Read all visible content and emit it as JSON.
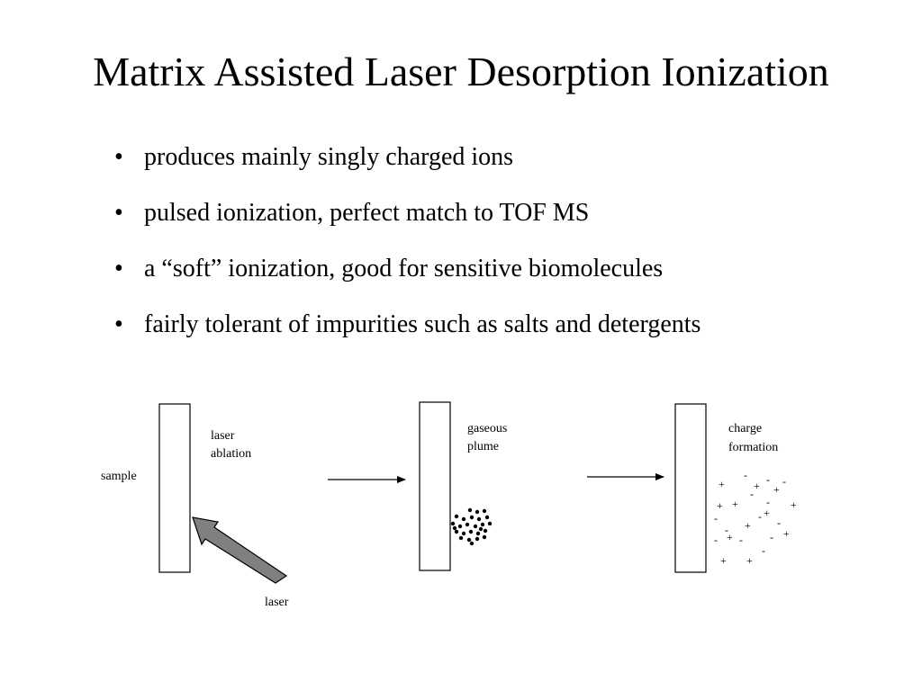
{
  "slide": {
    "title": "Matrix Assisted Laser Desorption Ionization",
    "bullets": [
      "produces mainly singly charged ions",
      "pulsed ionization, perfect match to TOF MS",
      "a “soft” ionization, good for sensitive biomolecules",
      "fairly tolerant of impurities such as salts and detergents"
    ],
    "bullet_glyph": "•"
  },
  "diagram": {
    "stage1": {
      "sample_label": "sample",
      "ablation_label_line1": "laser",
      "ablation_label_line2": "ablation",
      "laser_label": "laser",
      "arrow_fill": "#808080"
    },
    "stage2": {
      "plume_label_line1": "gaseous",
      "plume_label_line2": "plume"
    },
    "stage3": {
      "charge_label_line1": "charge",
      "charge_label_line2": "formation",
      "plus_glyph": "+",
      "minus_glyph": "-"
    }
  }
}
